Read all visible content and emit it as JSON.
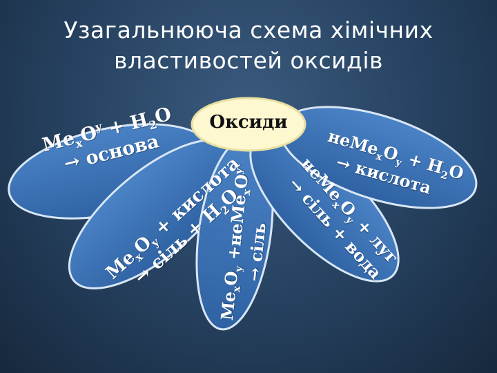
{
  "title": {
    "line1": "Узагальнююча схема хімічних",
    "line2": "властивостей оксидів"
  },
  "center": {
    "label": "Оксиди"
  },
  "petals": [
    {
      "id": "base-water",
      "line1": "Me",
      "line1_sub": "x",
      "line1_b": "O",
      "line1_sup": "y",
      "line1_c": " + H",
      "line1_sub2": "2",
      "line1_d": "O",
      "line2": "→ основа"
    },
    {
      "id": "base-acid",
      "line1": "Me",
      "line1_sub": "x",
      "line1_b": "O",
      "line1_sub2": "y",
      "line1_c": " + кислота",
      "line2": "→ сіль + H",
      "line2_sub": "2",
      "line2_b": "O"
    },
    {
      "id": "base-acidic",
      "line1": "Me",
      "line1_sub": "x",
      "line1_b": "O",
      "line1_sub2": "y",
      "line1_c": " +неMe",
      "line1_sub3": "x",
      "line1_d": "O",
      "line1_sup": "y",
      "line2": "→ сіль"
    },
    {
      "id": "acidic-alkali",
      "line1": "неMe",
      "line1_sub": "x",
      "line1_b": "O",
      "line1_sub2": "y",
      "line1_c": " + луг",
      "line2": "→ сіль + вода"
    },
    {
      "id": "acidic-water",
      "line1": "неMe",
      "line1_sub": "x",
      "line1_b": "O",
      "line1_sub2": "y",
      "line1_c": " + H",
      "line1_sub3": "2",
      "line1_d": "O",
      "line2": "→ кислота"
    }
  ],
  "colors": {
    "petal": "#3d74b8",
    "petal_edge": "#d8e6f5",
    "center_fill": "#fdf8d0",
    "center_edge": "#e8dfa0"
  }
}
